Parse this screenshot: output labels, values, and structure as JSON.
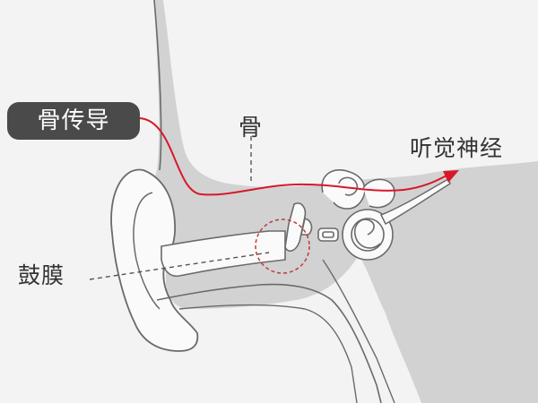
{
  "labels": {
    "bone_conduction": "骨传导",
    "bone": "骨",
    "auditory_nerve": "听觉神经",
    "eardrum": "鼓膜"
  },
  "colors": {
    "background": "#f3f3f3",
    "bone_gray": "#d2d2d2",
    "ear_white": "#fafafa",
    "outline": "#6a6a6a",
    "conduction_path": "#d7182a",
    "pill_background": "#4a4a4a",
    "pill_text": "#ffffff",
    "label_text": "#333333"
  }
}
